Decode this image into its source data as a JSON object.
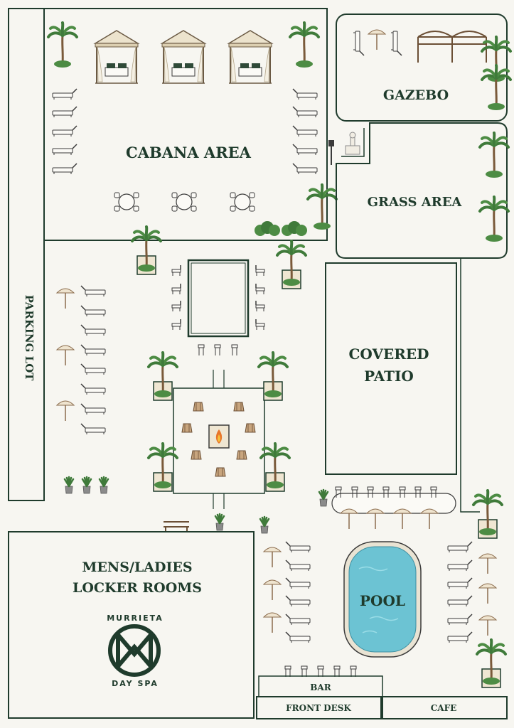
{
  "areas": {
    "cabana": "CABANA AREA",
    "gazebo": "GAZEBO",
    "grass": "GRASS AREA",
    "parking": "PARKING LOT",
    "covered_patio_line1": "COVERED",
    "covered_patio_line2": "PATIO",
    "lockers_line1": "MENS/LADIES",
    "lockers_line2": "LOCKER ROOMS",
    "pool": "POOL",
    "bar": "BAR",
    "front_desk": "FRONT DESK",
    "cafe": "CAFE"
  },
  "logo": {
    "top": "MURRIETA",
    "bottom": "DAY SPA"
  },
  "colors": {
    "outline": "#1f3b2c",
    "background": "#f7f6f1",
    "pool_water": "#6cc3d3",
    "palm": "#3f7a3a",
    "wood": "#8a6b4c",
    "umbrella": "#e9dcc4"
  }
}
